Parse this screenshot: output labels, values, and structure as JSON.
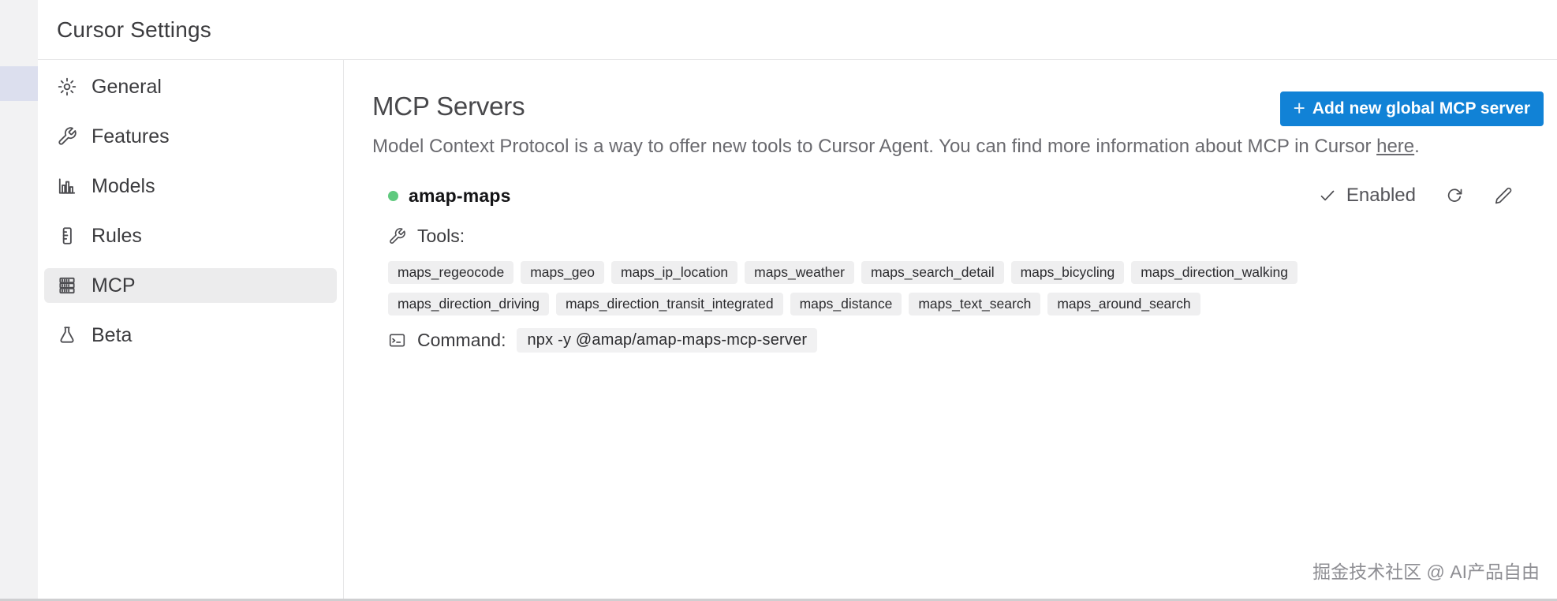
{
  "window": {
    "title": "Cursor Settings"
  },
  "sidebar": {
    "items": [
      {
        "label": "General",
        "icon": "gear-icon",
        "active": false
      },
      {
        "label": "Features",
        "icon": "tools-icon",
        "active": false
      },
      {
        "label": "Models",
        "icon": "bar-chart-icon",
        "active": false
      },
      {
        "label": "Rules",
        "icon": "ruler-icon",
        "active": false
      },
      {
        "label": "MCP",
        "icon": "server-icon",
        "active": true
      },
      {
        "label": "Beta",
        "icon": "flask-icon",
        "active": false
      }
    ]
  },
  "main": {
    "heading": "MCP Servers",
    "add_button": {
      "plus": "+",
      "label": "Add new global MCP server"
    },
    "description": {
      "text_before_link": "Model Context Protocol is a way to offer new tools to Cursor Agent. You can find more information about MCP in Cursor ",
      "link_text": "here",
      "text_after_link": "."
    },
    "server": {
      "name": "amap-maps",
      "status": "online",
      "enabled_label": "Enabled",
      "tools_label": "Tools:",
      "tool_rows": [
        [
          "maps_regeocode",
          "maps_geo",
          "maps_ip_location",
          "maps_weather",
          "maps_search_detail",
          "maps_bicycling",
          "maps_direction_walking"
        ],
        [
          "maps_direction_driving",
          "maps_direction_transit_integrated",
          "maps_distance",
          "maps_text_search",
          "maps_around_search"
        ]
      ],
      "command_label": "Command:",
      "command": "npx -y @amap/amap-maps-mcp-server"
    }
  },
  "watermark": "掘金技术社区 @ AI产品自由",
  "colors": {
    "accent_blue": "#1182d6",
    "status_green": "#5fc97e",
    "tag_bg": "#efeff0",
    "sidebar_active_bg": "#ececed",
    "strip_accent": "#dcdfee"
  }
}
